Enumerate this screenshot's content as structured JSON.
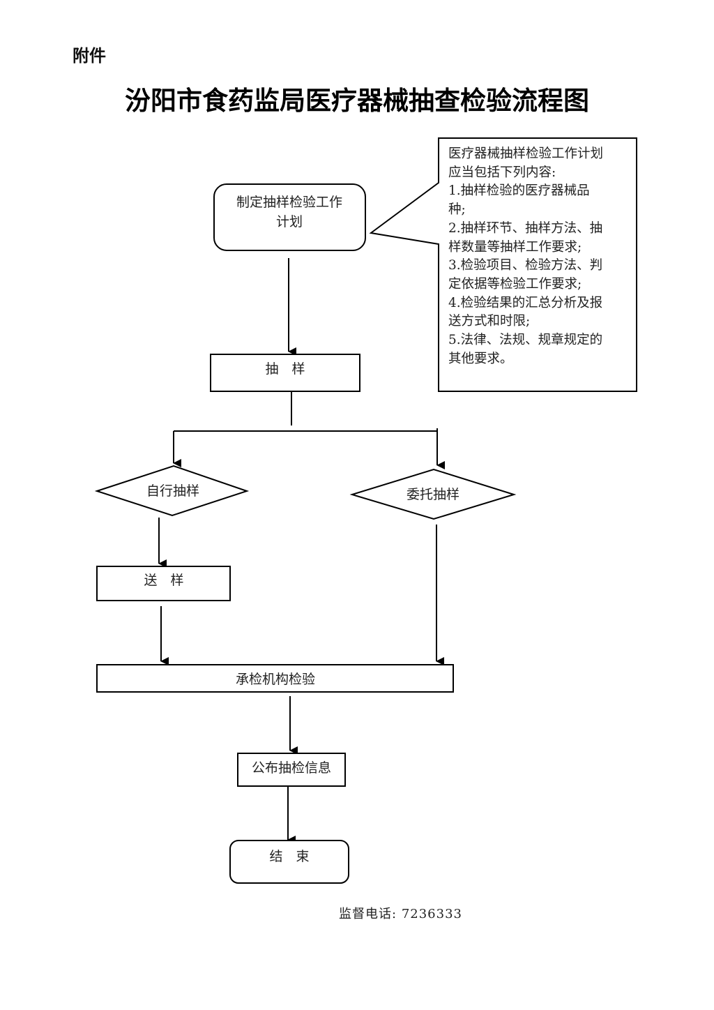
{
  "header": {
    "attachment_label": "附件",
    "title": "汾阳市食药监局医疗器械抽查检验流程图"
  },
  "flowchart": {
    "nodes": {
      "plan": {
        "label_line1": "制定抽样检验工作",
        "label_line2": "计划",
        "shape": "rounded-rect"
      },
      "sampling": {
        "label": "抽　样",
        "shape": "rect"
      },
      "self_sampling": {
        "label": "自行抽样",
        "shape": "diamond"
      },
      "entrusted_sampling": {
        "label": "委托抽样",
        "shape": "diamond"
      },
      "send_sample": {
        "label": "送　样",
        "shape": "rect"
      },
      "inspection": {
        "label": "承检机构检验",
        "shape": "rect"
      },
      "publish": {
        "label": "公布抽检信息",
        "shape": "rect"
      },
      "end": {
        "label": "结　束",
        "shape": "rounded-rect"
      }
    },
    "edges": [
      {
        "from": "plan",
        "to": "sampling"
      },
      {
        "from": "sampling",
        "to": "self_sampling"
      },
      {
        "from": "sampling",
        "to": "entrusted_sampling"
      },
      {
        "from": "self_sampling",
        "to": "send_sample"
      },
      {
        "from": "send_sample",
        "to": "inspection"
      },
      {
        "from": "entrusted_sampling",
        "to": "inspection"
      },
      {
        "from": "inspection",
        "to": "publish"
      },
      {
        "from": "publish",
        "to": "end"
      }
    ],
    "callout": {
      "attached_to": "plan",
      "lines": [
        "医疗器械抽样检验工作计划",
        "应当包括下列内容:",
        "1.抽样检验的医疗器械品",
        "种;",
        "2.抽样环节、抽样方法、抽",
        "样数量等抽样工作要求;",
        "3.检验项目、检验方法、判",
        "定依据等检验工作要求;",
        "4.检验结果的汇总分析及报",
        "送方式和时限;",
        "5.法律、法规、规章规定的",
        "其他要求。"
      ]
    }
  },
  "footer": {
    "phone_label": "监督电话:",
    "phone_number": "7236333"
  }
}
